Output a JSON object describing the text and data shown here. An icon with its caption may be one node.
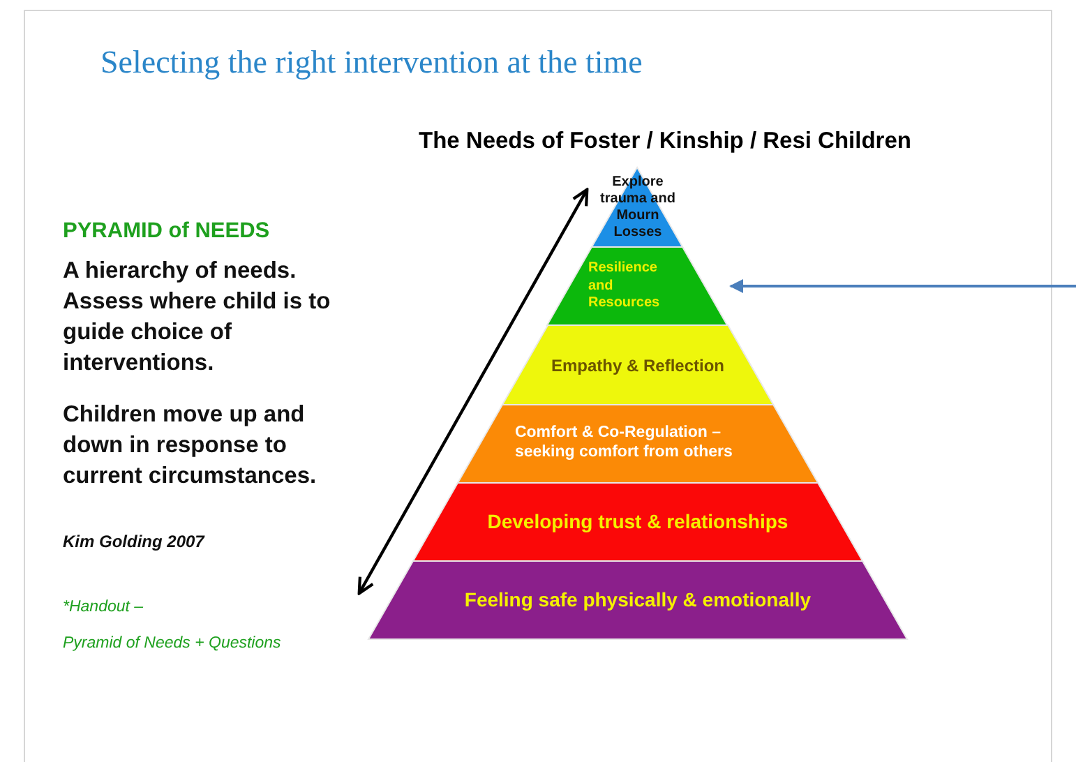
{
  "diagram": {
    "title": "Selecting the right intervention at the time",
    "nodes": [
      {
        "text": [
          "Explore trauma and Mourn Losses"
        ]
      },
      {
        "text": [
          "Resilience and Resources"
        ]
      },
      {
        "text": [
          "Empathy & Reflection"
        ]
      },
      {
        "text": [
          "Comfort & Co-Regulation – seeking comfort from others"
        ]
      },
      {
        "text": [
          "Developing trust & relationships"
        ]
      },
      {
        "text": [
          "Feeling safe physically & emotionally"
        ]
      }
    ],
    "edges": [
      {
        "from": null,
        "to": 1,
        "arrow": "to",
        "color": "#4a7ebb"
      }
    ],
    "labels": [
      "The Needs of Foster / Kinship / Resi Children",
      "PYRAMID of NEEDS",
      "A hierarchy of needs. Assess where child is to guide choice of interventions.",
      "Children move up and down in response to current circumstances.",
      "Kim Golding 2007",
      "*Handout –",
      "Pyramid of Needs + Questions"
    ]
  }
}
